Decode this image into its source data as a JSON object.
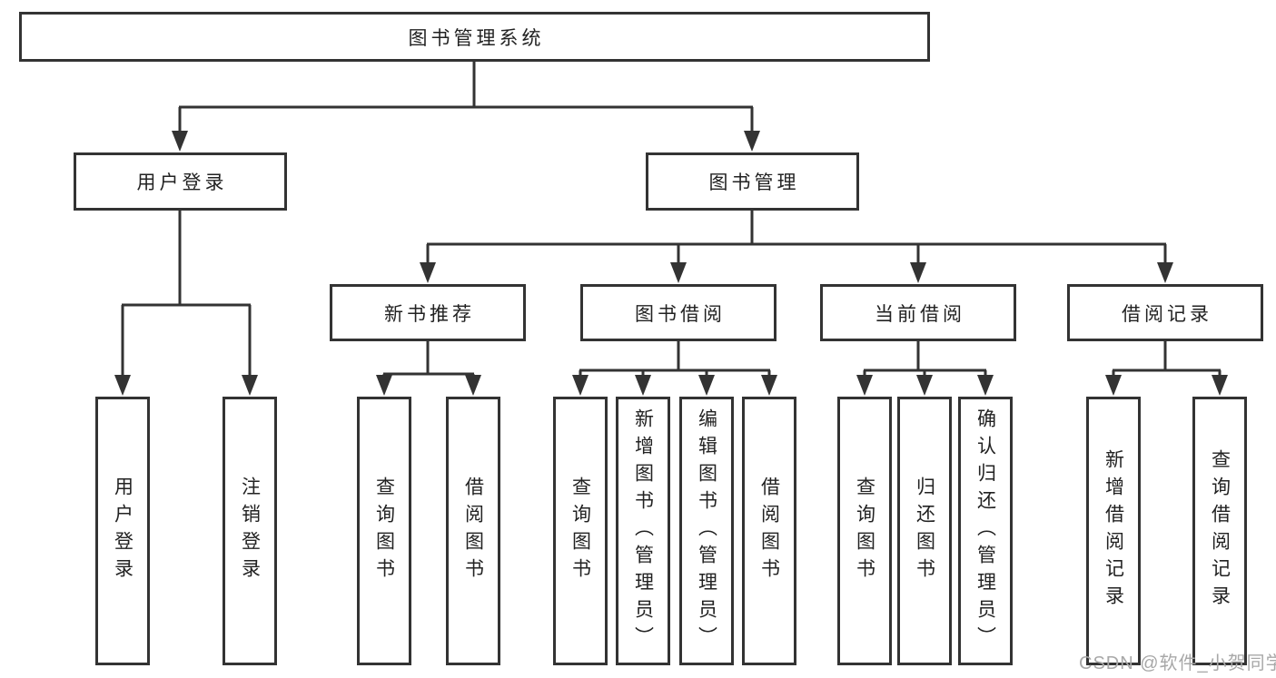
{
  "diagram": {
    "root": {
      "label": "图书管理系统"
    },
    "level2": {
      "user_login": "用户登录",
      "book_mgmt": "图书管理"
    },
    "level3": {
      "new_book": "新书推荐",
      "book_borrow": "图书借阅",
      "current_borrow": "当前借阅",
      "borrow_records": "借阅记录"
    },
    "leaves": {
      "user_login": [
        "用户登录",
        "注销登录"
      ],
      "new_book": [
        "查询图书",
        "借阅图书"
      ],
      "book_borrow": [
        "查询图书",
        "新增图书（管理员）",
        "编辑图书（管理员）",
        "借阅图书"
      ],
      "current_borrow": [
        "查询图书",
        "归还图书",
        "确认归还（管理员）"
      ],
      "borrow_records": [
        "新增借阅记录",
        "查询借阅记录"
      ]
    }
  },
  "watermark": {
    "text": "CSDN @软件_小贺同学"
  },
  "colors": {
    "line": "#333333",
    "box_border": "#333333",
    "text": "#222222",
    "watermark": "#a8a8a8",
    "background": "#ffffff"
  }
}
